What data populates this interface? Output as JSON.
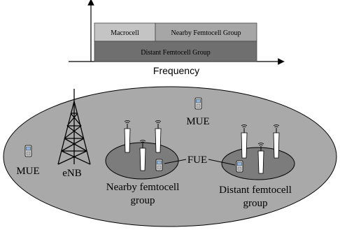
{
  "spectrum": {
    "blocks": [
      {
        "label": "Macrocell",
        "fill": "#c4c4c4"
      },
      {
        "label": "Nearby Femtocell Group",
        "fill": "#a6a6a6"
      },
      {
        "label": "Distant Femtocell Group",
        "fill": "#6f6f6f"
      }
    ],
    "xlabel": "Frequency"
  },
  "network": {
    "macro_cell_fill": "#a9a9a9",
    "femto_group_fill": "#7c7c7c",
    "labels": {
      "mue_left": "MUE",
      "mue_top": "MUE",
      "enb": "eNB",
      "fue": "FUE",
      "nearby_line1": "Nearby femtocell",
      "nearby_line2": "group",
      "distant_line1": "Distant femtocell",
      "distant_line2": "group"
    }
  }
}
